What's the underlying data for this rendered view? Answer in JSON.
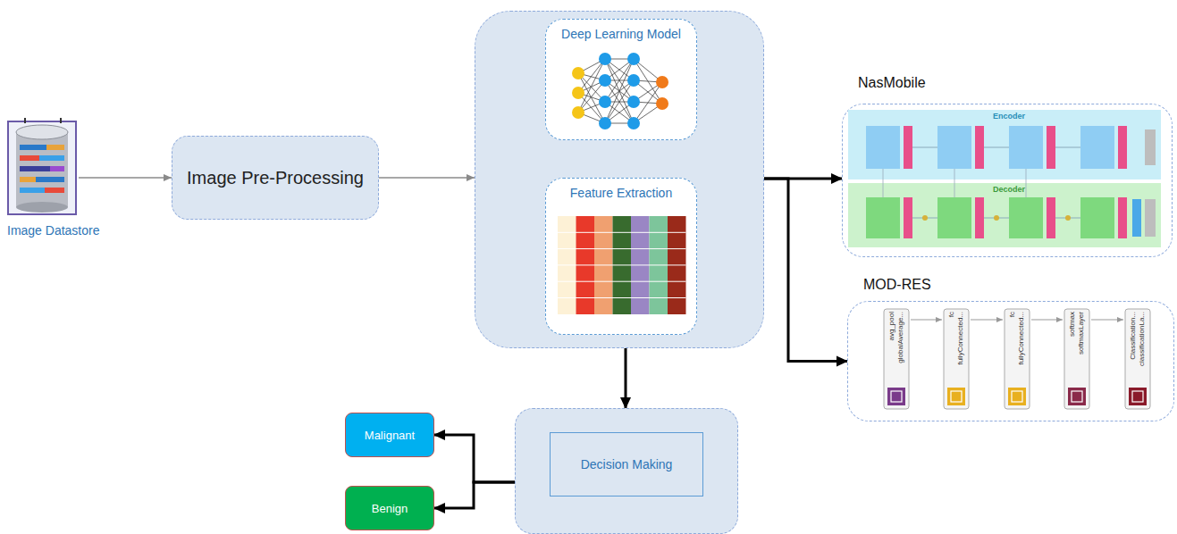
{
  "diagram": {
    "nodes": [
      {
        "text": [
          "Image Datastore"
        ]
      },
      {
        "text": [
          "Image Pre-Processing"
        ]
      },
      {
        "text": []
      },
      {
        "text": [
          "Deep Learning Model"
        ],
        "in": 2
      },
      {
        "text": [
          "Feature Extraction"
        ],
        "in": 2
      },
      {
        "text": [
          "NasMobile"
        ]
      },
      {
        "text": [
          "MOD-RES"
        ]
      },
      {
        "text": [
          "Decision Making"
        ]
      },
      {
        "text": [
          "Malignant"
        ]
      },
      {
        "text": [
          "Benign"
        ]
      }
    ],
    "edges": [
      {
        "from": 0,
        "to": 1,
        "arrow": "to"
      },
      {
        "from": 1,
        "to": 2,
        "arrow": "to"
      },
      {
        "from": 2,
        "to": 5,
        "arrow": "to"
      },
      {
        "from": 2,
        "to": 6,
        "arrow": "to"
      },
      {
        "from": 2,
        "to": 7,
        "arrow": "to"
      },
      {
        "from": 7,
        "to": 8,
        "arrow": "to"
      },
      {
        "from": 7,
        "to": 9,
        "arrow": "to"
      }
    ],
    "labels": [
      "Encoder",
      "Decoder",
      "avg_pool",
      "globalAverage...",
      "fc",
      "fullyConnected...",
      "fc",
      "fullyConnected...",
      "softmax",
      "softmaxLayer",
      "Classification...",
      "classificationLa..."
    ]
  }
}
